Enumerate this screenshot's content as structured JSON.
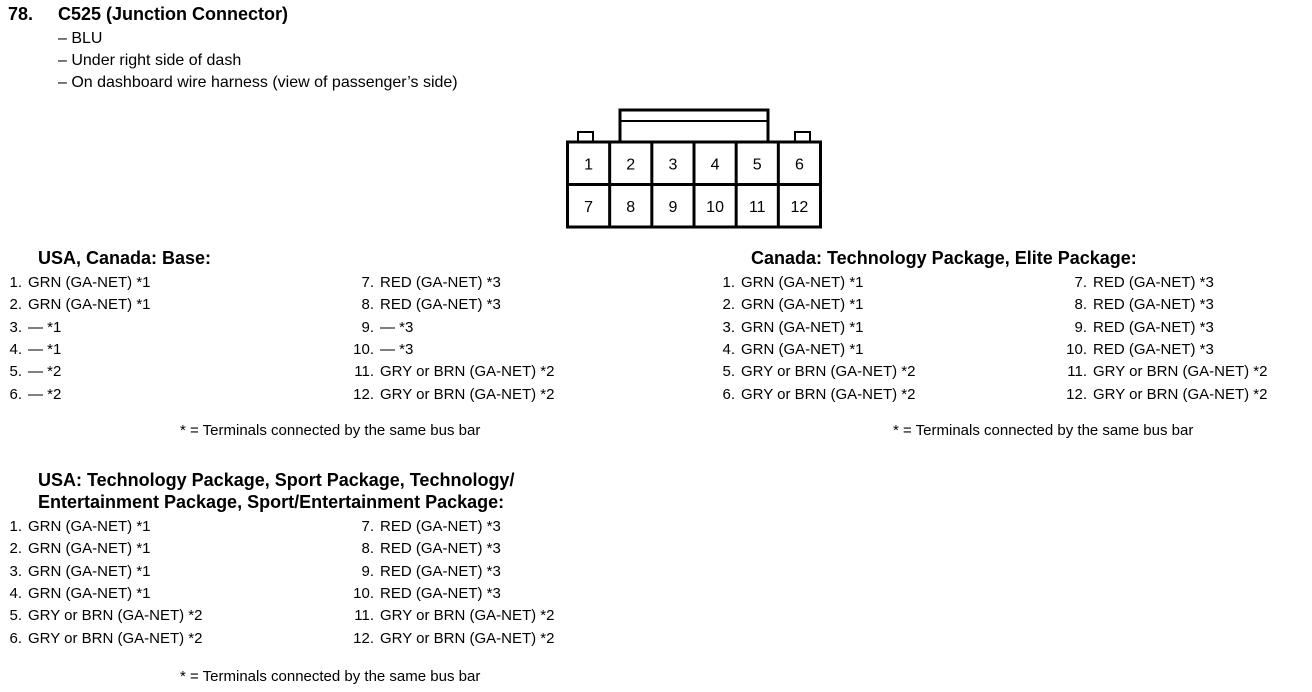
{
  "header": {
    "number": "78.",
    "title": "C525 (Junction Connector)",
    "notes": [
      "– BLU",
      "– Under right side of dash",
      "– On dashboard wire harness (view of passenger’s side)"
    ]
  },
  "connector": {
    "top_row": [
      "1",
      "2",
      "3",
      "4",
      "5",
      "6"
    ],
    "bottom_row": [
      "7",
      "8",
      "9",
      "10",
      "11",
      "12"
    ]
  },
  "sections": [
    {
      "title_lines": [
        "USA, Canada: Base:"
      ],
      "left": [
        {
          "n": "1.",
          "t": "GRN (GA-NET) *1"
        },
        {
          "n": "2.",
          "t": "GRN (GA-NET) *1"
        },
        {
          "n": "3.",
          "t": "— *1"
        },
        {
          "n": "4.",
          "t": "— *1"
        },
        {
          "n": "5.",
          "t": "— *2"
        },
        {
          "n": "6.",
          "t": "— *2"
        }
      ],
      "right": [
        {
          "n": "7.",
          "t": "RED (GA-NET) *3"
        },
        {
          "n": "8.",
          "t": "RED (GA-NET) *3"
        },
        {
          "n": "9.",
          "t": "— *3"
        },
        {
          "n": "10.",
          "t": "— *3"
        },
        {
          "n": "11.",
          "t": "GRY or BRN (GA-NET) *2"
        },
        {
          "n": "12.",
          "t": "GRY or BRN (GA-NET) *2"
        }
      ],
      "footnote": "* = Terminals connected by the same bus bar"
    },
    {
      "title_lines": [
        "Canada: Technology Package, Elite Package:"
      ],
      "left": [
        {
          "n": "1.",
          "t": "GRN (GA-NET) *1"
        },
        {
          "n": "2.",
          "t": "GRN (GA-NET) *1"
        },
        {
          "n": "3.",
          "t": "GRN (GA-NET) *1"
        },
        {
          "n": "4.",
          "t": "GRN (GA-NET) *1"
        },
        {
          "n": "5.",
          "t": "GRY or BRN (GA-NET) *2"
        },
        {
          "n": "6.",
          "t": "GRY or BRN (GA-NET) *2"
        }
      ],
      "right": [
        {
          "n": "7.",
          "t": "RED (GA-NET) *3"
        },
        {
          "n": "8.",
          "t": "RED (GA-NET) *3"
        },
        {
          "n": "9.",
          "t": "RED (GA-NET) *3"
        },
        {
          "n": "10.",
          "t": "RED (GA-NET) *3"
        },
        {
          "n": "11.",
          "t": "GRY or BRN (GA-NET) *2"
        },
        {
          "n": "12.",
          "t": "GRY or BRN (GA-NET) *2"
        }
      ],
      "footnote": "* = Terminals connected by the same bus bar"
    },
    {
      "title_lines": [
        "USA: Technology Package, Sport Package, Technology/",
        "Entertainment Package, Sport/Entertainment Package:"
      ],
      "left": [
        {
          "n": "1.",
          "t": "GRN (GA-NET) *1"
        },
        {
          "n": "2.",
          "t": "GRN (GA-NET) *1"
        },
        {
          "n": "3.",
          "t": "GRN (GA-NET) *1"
        },
        {
          "n": "4.",
          "t": "GRN (GA-NET) *1"
        },
        {
          "n": "5.",
          "t": "GRY or BRN (GA-NET) *2"
        },
        {
          "n": "6.",
          "t": "GRY or BRN (GA-NET) *2"
        }
      ],
      "right": [
        {
          "n": "7.",
          "t": "RED (GA-NET) *3"
        },
        {
          "n": "8.",
          "t": "RED (GA-NET) *3"
        },
        {
          "n": "9.",
          "t": "RED (GA-NET) *3"
        },
        {
          "n": "10.",
          "t": "RED (GA-NET) *3"
        },
        {
          "n": "11.",
          "t": "GRY or BRN (GA-NET) *2"
        },
        {
          "n": "12.",
          "t": "GRY or BRN (GA-NET) *2"
        }
      ],
      "footnote": "* = Terminals connected by the same bus bar"
    }
  ]
}
